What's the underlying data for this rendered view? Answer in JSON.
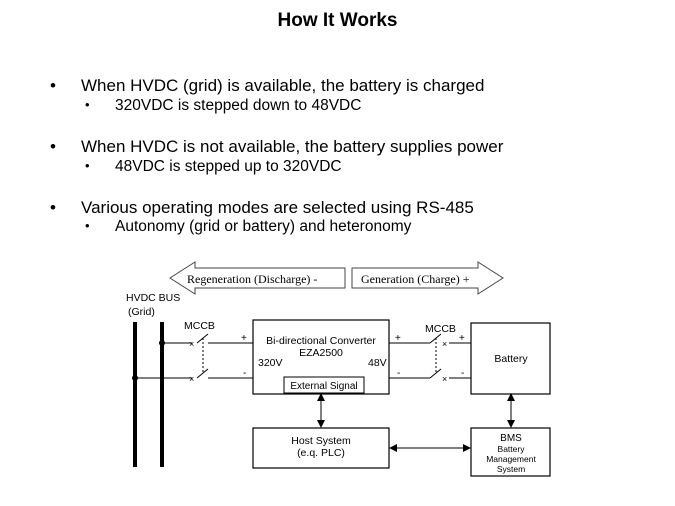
{
  "title": "How It Works",
  "bullets": [
    {
      "text": "When HVDC (grid) is available, the battery is charged",
      "sub": "320VDC is stepped down to 48VDC"
    },
    {
      "text": "When HVDC is not available, the battery supplies power",
      "sub": "48VDC is stepped up to 320VDC"
    },
    {
      "text": "Various operating modes are selected using RS-485",
      "sub": "Autonomy (grid or battery) and heteronomy"
    }
  ],
  "diagram": {
    "regen_label": "Regeneration (Discharge) -",
    "gen_label": "Generation (Charge) +",
    "bus_label_1": "HVDC BUS",
    "bus_label_2": "(Grid)",
    "mccb_left": "MCCB",
    "mccb_right": "MCCB",
    "converter_line1": "Bi-directional Converter",
    "converter_line2": "EZA2500",
    "v_left": "320V",
    "v_right": "48V",
    "external_signal": "External Signal",
    "battery": "Battery",
    "host_line1": "Host System",
    "host_line2": "(e.q. PLC)",
    "bms_line1": "BMS",
    "bms_line2": "Battery",
    "bms_line3": "Management",
    "bms_line4": "System",
    "plus": "+",
    "minus": "-"
  }
}
